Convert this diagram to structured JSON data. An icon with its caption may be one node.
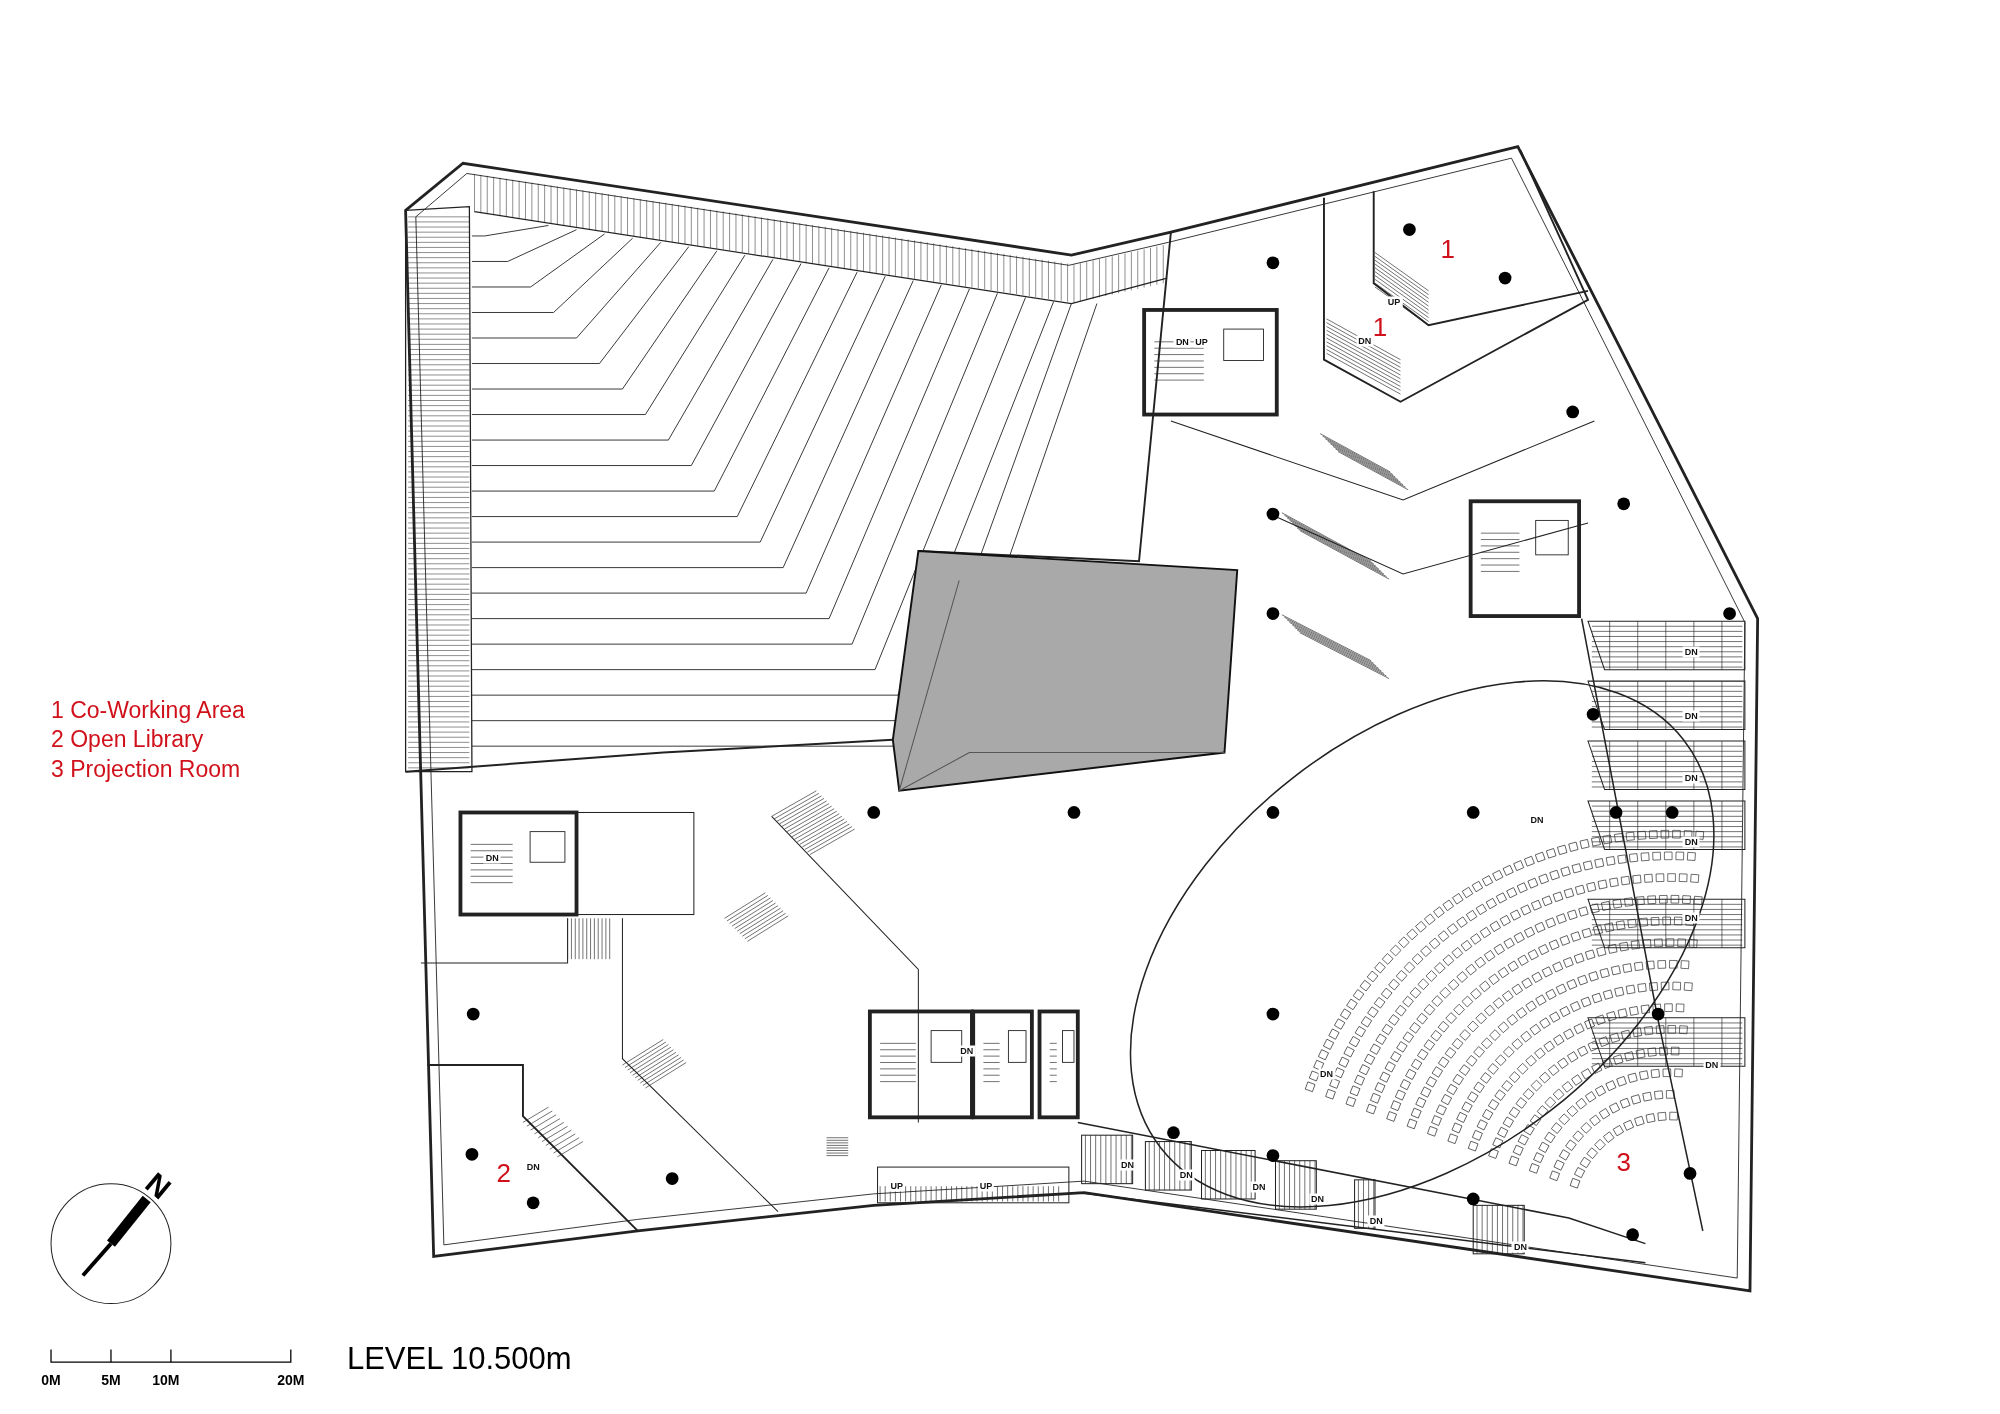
{
  "diagram": {
    "title": "LEVEL 10.500m",
    "labels": [
      "1",
      "UP",
      "1",
      "DN",
      "UP",
      "DN",
      "DN",
      "1 Co-Working Area",
      "2 Open Library",
      "3 Projection Room",
      "DN",
      "DN",
      "DN",
      "DN",
      "DN",
      "DN",
      "DN",
      "DN",
      "DN",
      "2",
      "DN",
      "3",
      "DN",
      "DN",
      "DN",
      "DN",
      "DN",
      "DN",
      "UP",
      "UP",
      "N",
      "0M",
      "5M",
      "10M",
      "20M"
    ]
  }
}
